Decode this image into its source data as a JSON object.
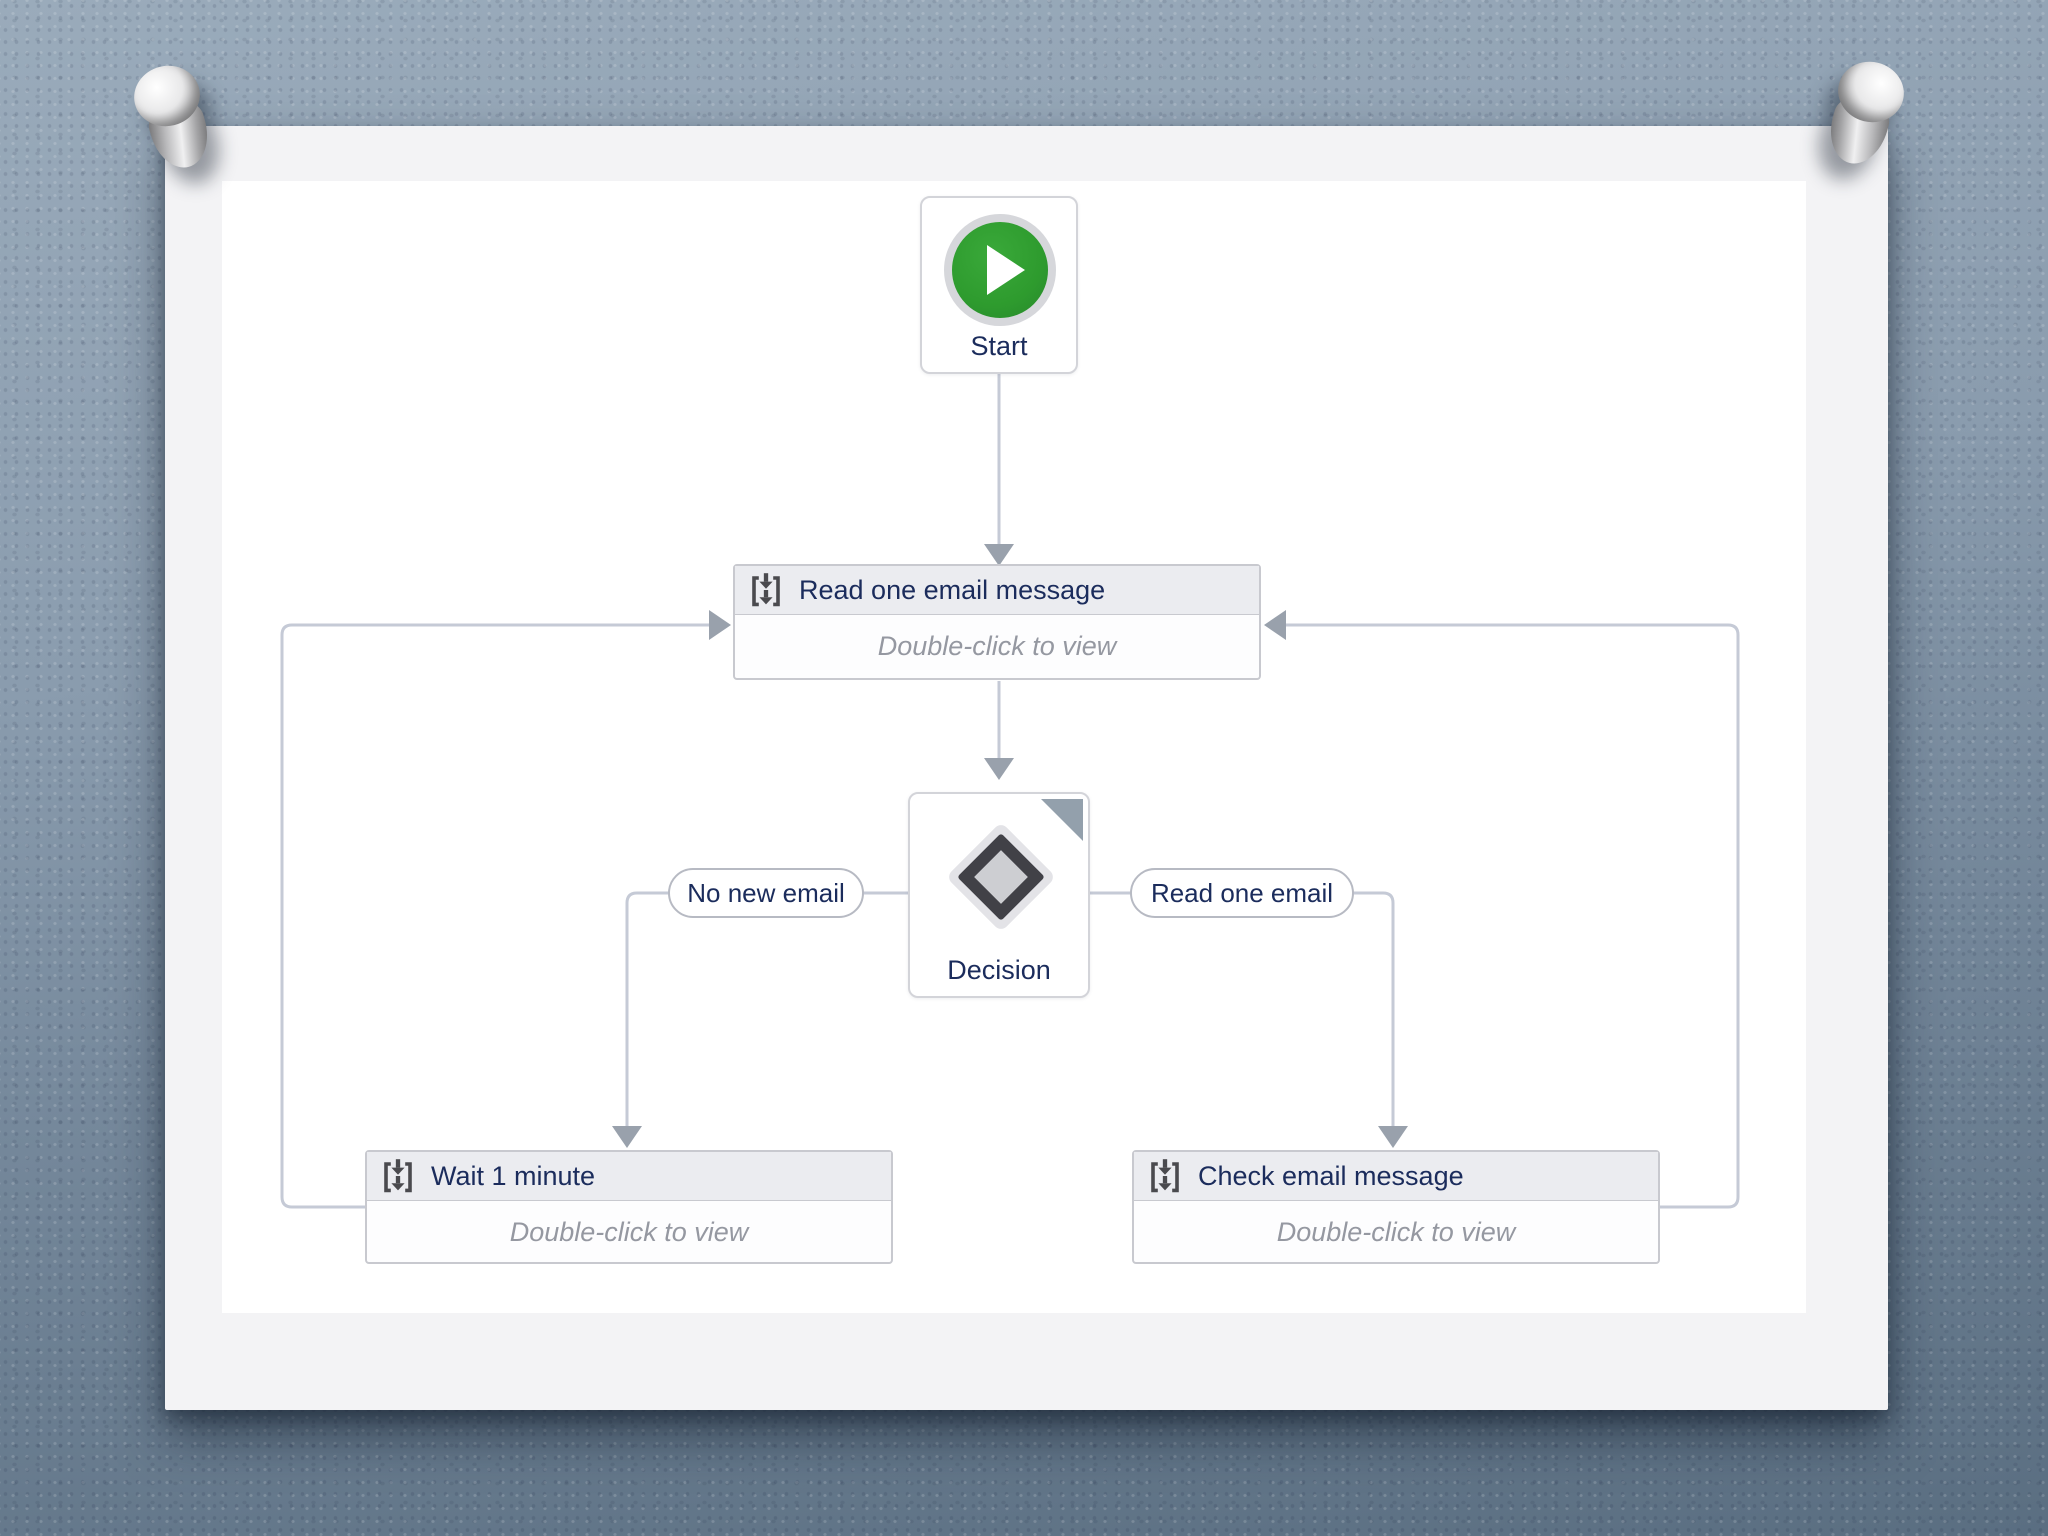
{
  "colors": {
    "board_top": "#9aabbb",
    "board_bottom": "#5a6e81",
    "paper": "#f3f3f5",
    "canvas": "#ffffff",
    "connector_line": "#c5cad6",
    "arrowhead": "#99a1ac",
    "node_text": "#1b2c5c",
    "hint_text": "#9598a1",
    "header_fill": "#ebecf0",
    "start_green": "#2e9b2e",
    "diamond_dark": "#414147"
  },
  "flowchart": {
    "nodes": {
      "start": {
        "label": "Start"
      },
      "read_email": {
        "title": "Read one email message",
        "hint": "Double-click to view"
      },
      "decision": {
        "label": "Decision"
      },
      "wait": {
        "title": "Wait 1 minute",
        "hint": "Double-click to view"
      },
      "check_email": {
        "title": "Check email message",
        "hint": "Double-click to view"
      }
    },
    "branch_labels": {
      "no_new_email": "No new email",
      "read_one_email": "Read one email"
    }
  }
}
